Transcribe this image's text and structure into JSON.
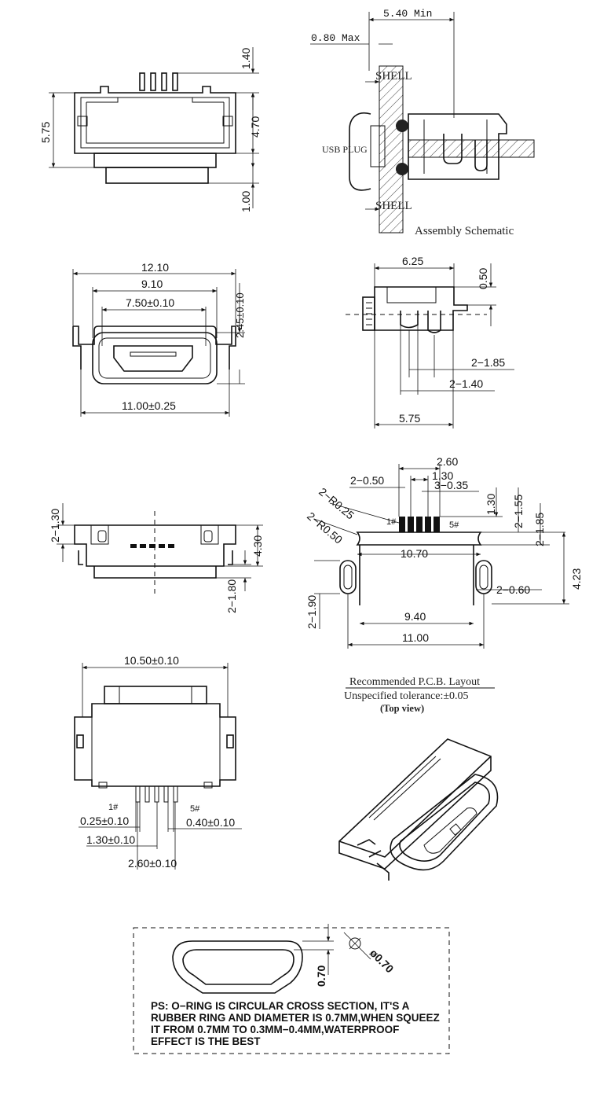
{
  "front_view": {
    "dim_total_height": "5.75",
    "dim_pins": "1.40",
    "dim_body": "4.70",
    "dim_bottom": "1.00"
  },
  "assembly": {
    "dim_5_40": "5.40 Min",
    "dim_0_80": "0.80 Max",
    "label_shell_top": "SHELL",
    "label_shell_bottom": "SHELL",
    "label_usb_plug": "USB PLUG",
    "caption": "Assembly Schematic"
  },
  "front_dims": {
    "d_12_10": "12.10",
    "d_9_10": "9.10",
    "d_7_50": "7.50±0.10",
    "d_2_45": "2.45±0.10",
    "d_11_00": "11.00±0.25"
  },
  "side_dims": {
    "d_6_25": "6.25",
    "d_0_50": "0.50",
    "d_2_185": "2−1.85",
    "d_2_140": "2−1.40",
    "d_5_75": "5.75"
  },
  "top_view": {
    "d_2_130": "2−1.30",
    "d_4_30": "4.30",
    "d_2_180": "2−1.80"
  },
  "pcb_layout": {
    "d_2_60": "2.60",
    "d_1_30": "1.30",
    "d_2_050": "2−0.50",
    "d_3_035": "3−0.35",
    "d_2_r025": "2−R0.25",
    "d_2_r050": "2−R0.50",
    "pin1": "1#",
    "pin5": "5#",
    "d_1_30_r": "1.30",
    "d_2_155": "2−1.55",
    "d_2_185": "2−1.85",
    "d_10_70": "10.70",
    "d_4_23": "4.23",
    "d_2_190": "2−1.90",
    "d_2_060": "2−0.60",
    "d_9_40": "9.40",
    "d_11_00": "11.00",
    "title": "Recommended P.C.B. Layout",
    "tolerance": "Unspecified tolerance:±0.05",
    "view": "(Top view)"
  },
  "bottom_view": {
    "d_10_50": "10.50±0.10",
    "pin1": "1#",
    "pin5": "5#",
    "d_0_25": "0.25±0.10",
    "d_0_40": "0.40±0.10",
    "d_1_30": "1.30±0.10",
    "d_2_60": "2.60±0.10"
  },
  "oring": {
    "d_0_70": "0.70",
    "d_dia": "ø0.70",
    "note_line1": "PS: O−RING IS CIRCULAR CROSS SECTION, IT'S A",
    "note_line2": "RUBBER RING AND DIAMETER IS 0.7MM,WHEN SQUEEZ",
    "note_line3": "IT FROM 0.7MM TO 0.3MM−0.4MM,WATERPROOF",
    "note_line4": "EFFECT IS THE BEST"
  }
}
